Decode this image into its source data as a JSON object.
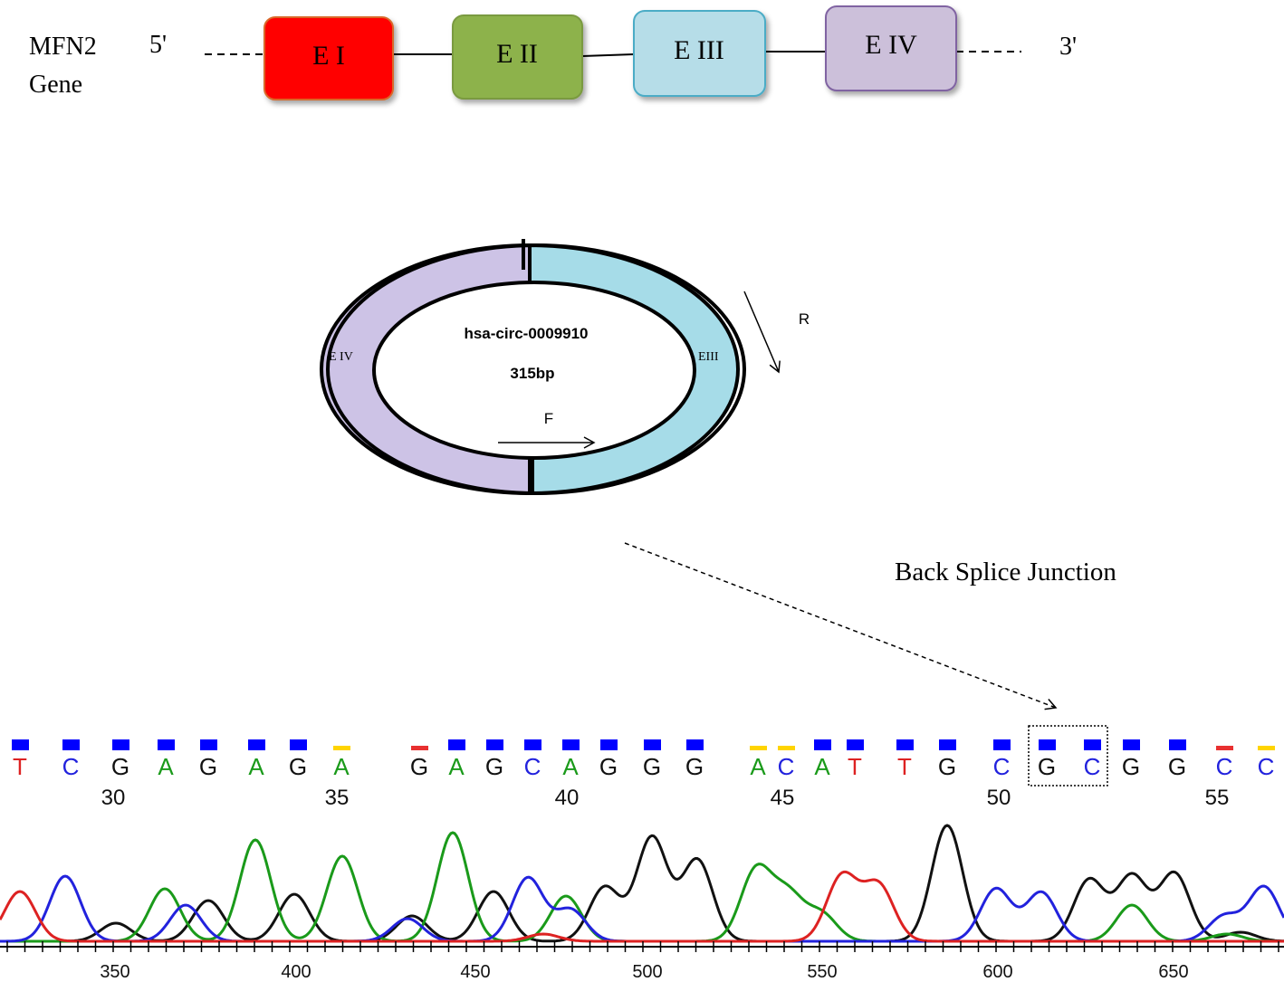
{
  "gene": {
    "name_line1": "MFN2",
    "name_line2": "Gene",
    "five_prime": "5'",
    "three_prime": "3'",
    "exons": [
      {
        "label": "E I",
        "color": "#ff0000",
        "border": "#d9692a"
      },
      {
        "label": "E II",
        "color": "#8db24c",
        "border": "#7a9a40"
      },
      {
        "label": "E III",
        "color": "#b6dde8",
        "border": "#4bacc6"
      },
      {
        "label": "E IV",
        "color": "#ccc0da",
        "border": "#8064a2"
      }
    ]
  },
  "circle": {
    "name": "hsa-circ-0009910",
    "length": "315bp",
    "left_label": "E IV",
    "right_label": "EIII",
    "left_color": "#cdc3e6",
    "right_color": "#a6dce8",
    "primer_forward": "F",
    "primer_reverse": "R"
  },
  "junction_label": "Back Splice Junction",
  "chromatogram": {
    "bases": [
      "T",
      "C",
      "G",
      "A",
      "G",
      "A",
      "G",
      "A",
      "G",
      "A",
      "G",
      "C",
      "A",
      "G",
      "G",
      "G",
      "A",
      "C",
      "A",
      "T",
      "T",
      "G",
      "C",
      "G",
      "C",
      "G",
      "G",
      "C",
      "C"
    ],
    "quality_colors": [
      "#0000ff",
      "#0000ff",
      "#0000ff",
      "#0000ff",
      "#0000ff",
      "#0000ff",
      "#0000ff",
      "#ffd400",
      "#e83030",
      "#0000ff",
      "#0000ff",
      "#0000ff",
      "#0000ff",
      "#0000ff",
      "#0000ff",
      "#0000ff",
      "#ffd400",
      "#ffd400",
      "#0000ff",
      "#0000ff",
      "#0000ff",
      "#0000ff",
      "#0000ff",
      "#0000ff",
      "#0000ff",
      "#0000ff",
      "#0000ff",
      "#e83030",
      "#ffd400"
    ],
    "position_labels": [
      "30",
      "35",
      "40",
      "45",
      "50",
      "55"
    ],
    "scan_labels": [
      "350",
      "400",
      "450",
      "500",
      "550",
      "600",
      "650"
    ],
    "base_colors": {
      "A": "#1a9a1a",
      "C": "#2222dd",
      "G": "#111111",
      "T": "#dd2222"
    }
  }
}
